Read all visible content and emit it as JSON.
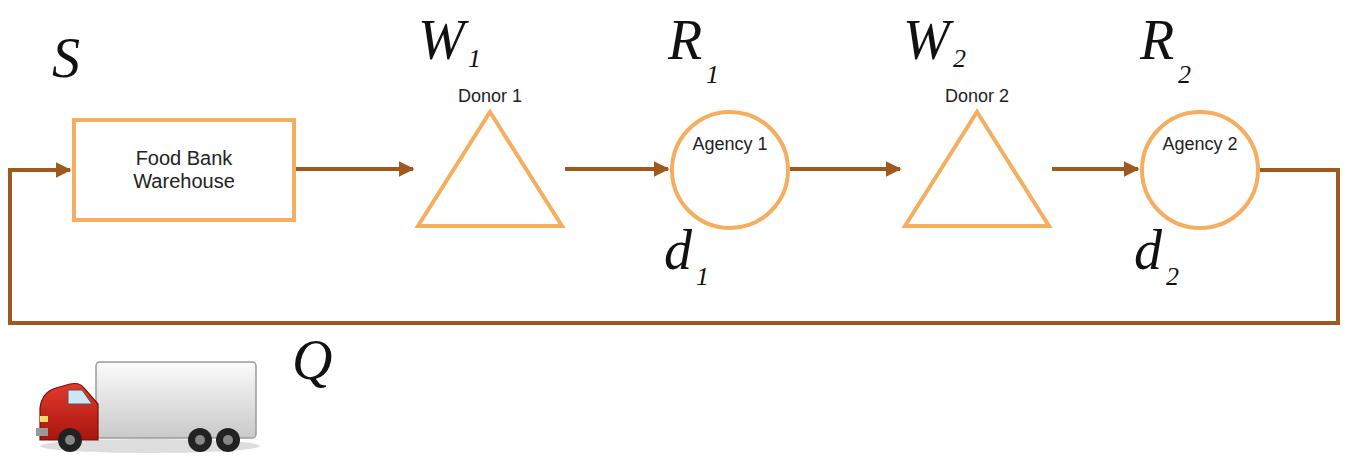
{
  "diagram": {
    "nodes": [
      {
        "text": [
          "Food Bank Warehouse"
        ]
      },
      {
        "text": [
          "Donor 1"
        ]
      },
      {
        "text": [
          "Agency 1"
        ]
      },
      {
        "text": [
          "Donor 2"
        ]
      },
      {
        "text": [
          "Agency 2"
        ]
      }
    ],
    "edges": [
      {
        "from": 0,
        "to": 1,
        "arrow": "to"
      },
      {
        "from": 1,
        "to": 2,
        "arrow": "to"
      },
      {
        "from": 2,
        "to": 3,
        "arrow": "to"
      },
      {
        "from": 3,
        "to": 4,
        "arrow": "to"
      },
      {
        "from": 4,
        "to": 0,
        "arrow": "to"
      }
    ],
    "labels": [
      "S",
      "W",
      "1",
      "R",
      "1",
      "W",
      "2",
      "R",
      "2",
      "d",
      "1",
      "d",
      "2",
      "Q"
    ]
  }
}
